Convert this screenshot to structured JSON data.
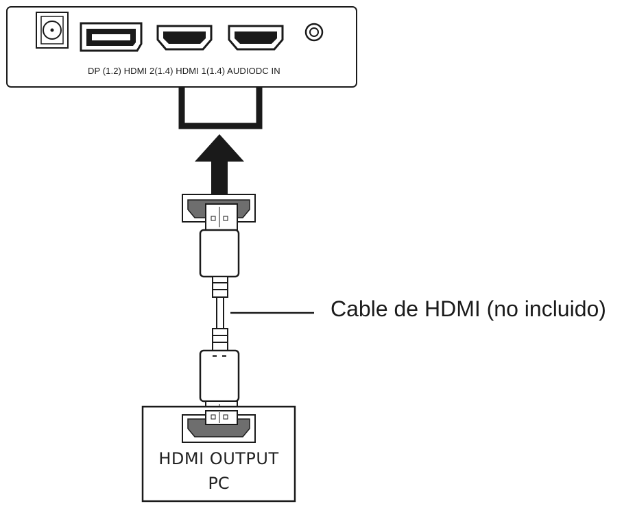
{
  "monitor": {
    "port_labels": "DP (1.2) HDMI 2(1.4) HDMI 1(1.4) AUDIODC IN",
    "ports": [
      "dc-in-jack",
      "displayport",
      "hdmi-2",
      "hdmi-1",
      "audio-jack"
    ]
  },
  "cable": {
    "label": "Cable de HDMI (no incluido)"
  },
  "pc": {
    "title": "HDMI OUTPUT",
    "subtitle": "PC"
  },
  "colors": {
    "line": "#1a1a1a",
    "port_fill": "#6e6e6e",
    "background": "#ffffff"
  }
}
